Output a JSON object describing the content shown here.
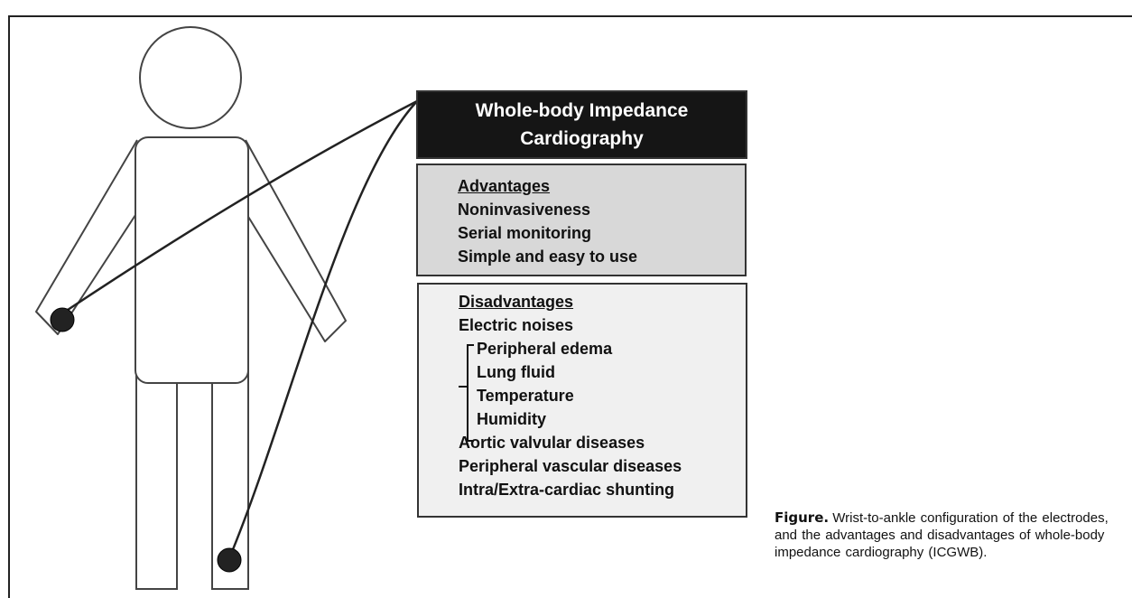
{
  "title_box": {
    "line1": "Whole-body Impedance",
    "line2": "Cardiography"
  },
  "advantages": {
    "heading": "Advantages",
    "items": [
      "Noninvasiveness",
      "Serial monitoring",
      "Simple and easy to use"
    ]
  },
  "disadvantages": {
    "heading": "Disadvantages",
    "electric_noises": "Electric noises",
    "noise_sources": [
      "Peripheral edema",
      "Lung fluid",
      "Temperature",
      "Humidity"
    ],
    "others": [
      "Aortic valvular diseases",
      "Peripheral vascular diseases",
      "Intra/Extra-cardiac shunting"
    ]
  },
  "caption": {
    "label": "Figure.",
    "text": "Wrist-to-ankle configuration of the electrodes, and the advantages and disadvantages of whole-body impedance cardiography (ICGWB)."
  },
  "colors": {
    "title_fill": "#151515",
    "advantages_fill": "#d8d8d8",
    "disadvantages_fill": "#f0f0f0",
    "electrode": "#222222"
  }
}
